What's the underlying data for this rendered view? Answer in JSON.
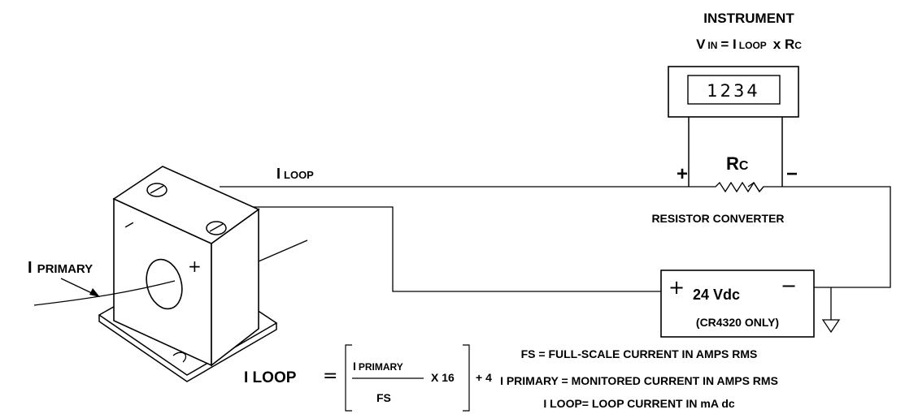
{
  "instrument": {
    "title": "INSTRUMENT",
    "formula": {
      "v": "V",
      "v_sub": "IN",
      "eq": "= I",
      "loop_sub": "LOOP",
      "x": "x R",
      "rc_sub": "C"
    },
    "display": "1234"
  },
  "rc": {
    "r": "R",
    "r_sub": "C",
    "plus": "+",
    "minus": "−"
  },
  "resistor_label": "RESISTOR CONVERTER",
  "i_loop_wire": {
    "i": "I",
    "sub": "LOOP"
  },
  "i_primary": {
    "i": "I",
    "sub": "PRIMARY"
  },
  "ct_marks": {
    "minus": "−",
    "plus": "+"
  },
  "supply": {
    "plus": "+",
    "minus": "−",
    "voltage": "24 Vdc",
    "note": "(CR4320 ONLY)"
  },
  "equation": {
    "lhs": "I LOOP",
    "eq": "=",
    "num_i": "I",
    "num_sub": "PRIMARY",
    "den": "FS",
    "mult": "X 16",
    "add": "+ 4"
  },
  "notes": [
    "FS = FULL-SCALE CURRENT IN AMPS RMS",
    "I PRIMARY = MONITORED CURRENT IN AMPS RMS",
    "I LOOP= LOOP CURRENT IN mA dc"
  ]
}
